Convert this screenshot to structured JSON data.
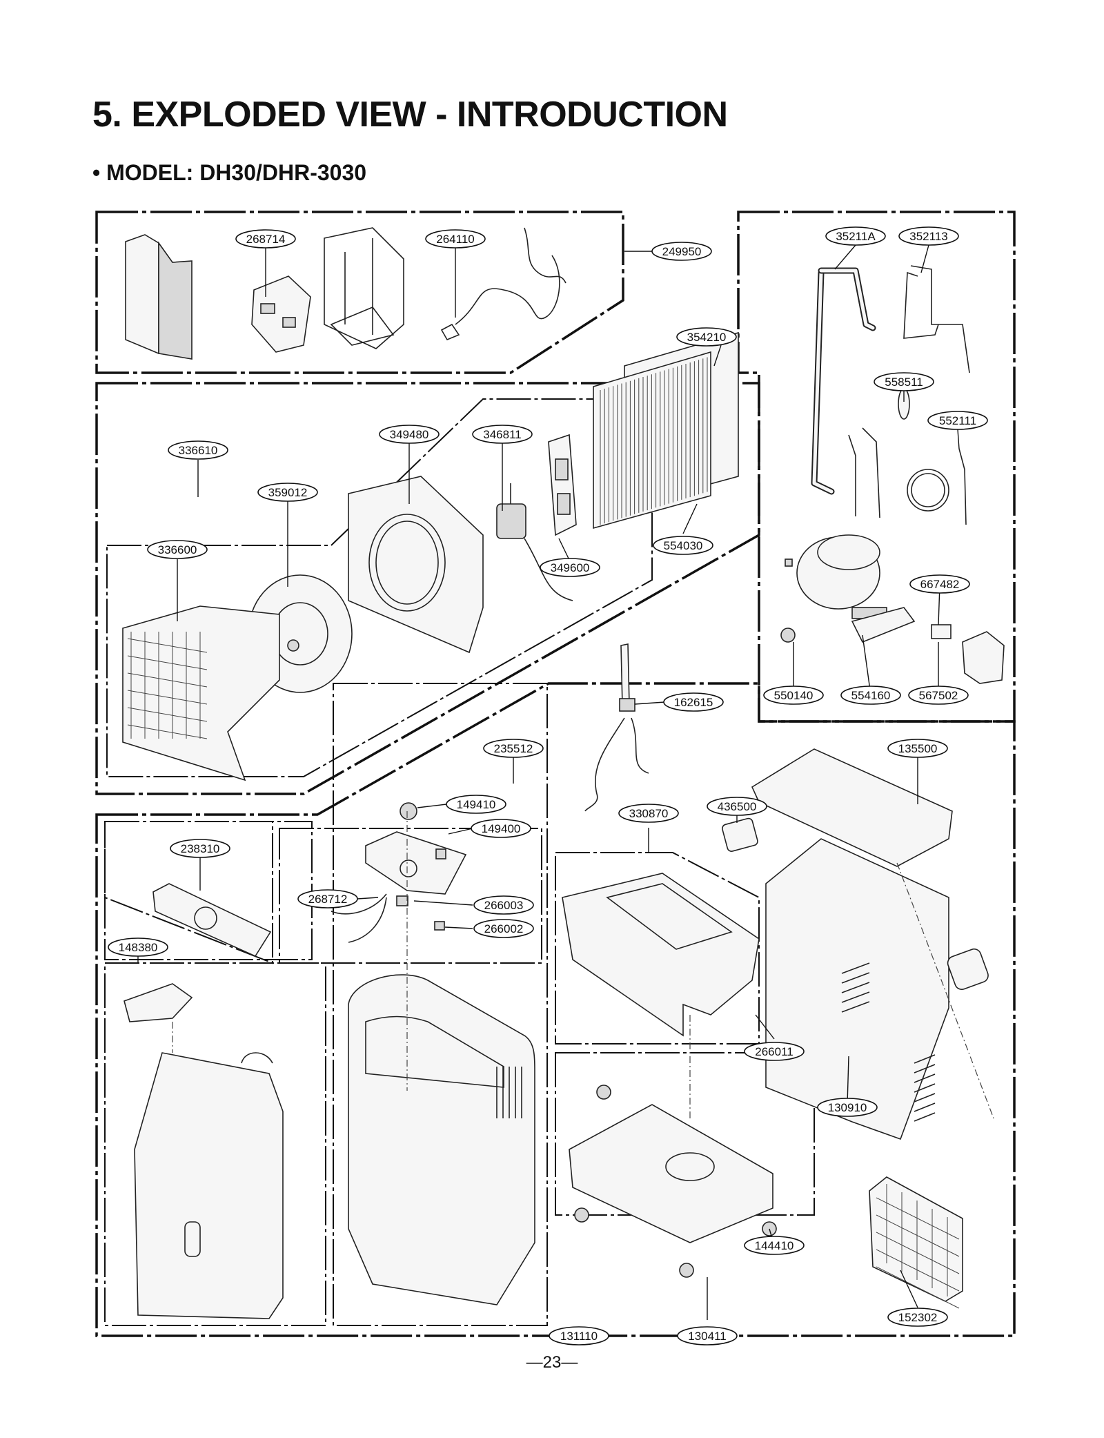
{
  "header": {
    "title": "5. EXPLODED VIEW - INTRODUCTION",
    "model": "• MODEL: DH30/DHR-3030"
  },
  "footer": {
    "page_number": "—23—"
  },
  "parts": [
    {
      "id": "268714"
    },
    {
      "id": "264110"
    },
    {
      "id": "249950"
    },
    {
      "id": "35211A"
    },
    {
      "id": "352113"
    },
    {
      "id": "354210"
    },
    {
      "id": "558511"
    },
    {
      "id": "552111"
    },
    {
      "id": "336610"
    },
    {
      "id": "349480"
    },
    {
      "id": "346811"
    },
    {
      "id": "359012"
    },
    {
      "id": "336600"
    },
    {
      "id": "554030"
    },
    {
      "id": "349600"
    },
    {
      "id": "667482"
    },
    {
      "id": "550140"
    },
    {
      "id": "554160"
    },
    {
      "id": "567502"
    },
    {
      "id": "162615"
    },
    {
      "id": "235512"
    },
    {
      "id": "135500"
    },
    {
      "id": "149410"
    },
    {
      "id": "149400"
    },
    {
      "id": "330870"
    },
    {
      "id": "436500"
    },
    {
      "id": "238310"
    },
    {
      "id": "268712"
    },
    {
      "id": "266003"
    },
    {
      "id": "266002"
    },
    {
      "id": "148380"
    },
    {
      "id": "266011"
    },
    {
      "id": "130910"
    },
    {
      "id": "144410"
    },
    {
      "id": "152302"
    },
    {
      "id": "131110"
    },
    {
      "id": "130411"
    }
  ]
}
